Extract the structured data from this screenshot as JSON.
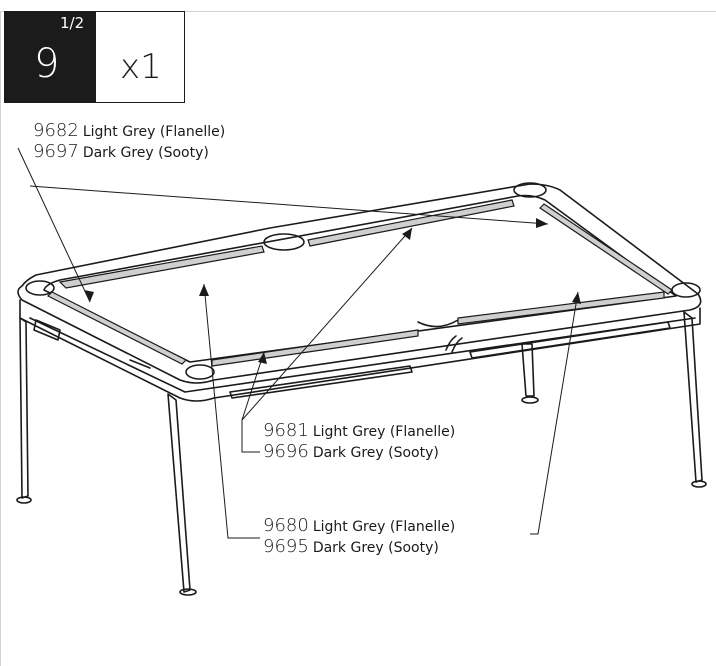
{
  "step": {
    "number": "9",
    "fraction": "1/2",
    "quantity": "x1"
  },
  "callouts": [
    {
      "lines": [
        {
          "code": "9682",
          "desc": "Light Grey (Flanelle)"
        },
        {
          "code": "9697",
          "desc": "Dark Grey (Sooty)"
        }
      ]
    },
    {
      "lines": [
        {
          "code": "9681",
          "desc": "Light Grey (Flanelle)"
        },
        {
          "code": "9696",
          "desc": "Dark Grey (Sooty)"
        }
      ]
    },
    {
      "lines": [
        {
          "code": "9680",
          "desc": "Light Grey (Flanelle)"
        },
        {
          "code": "9695",
          "desc": "Dark Grey (Sooty)"
        }
      ]
    }
  ],
  "colors": {
    "ink": "#1b1b1b",
    "rail_fill": "#cfcfcf",
    "frame": "#d2d2d2"
  }
}
